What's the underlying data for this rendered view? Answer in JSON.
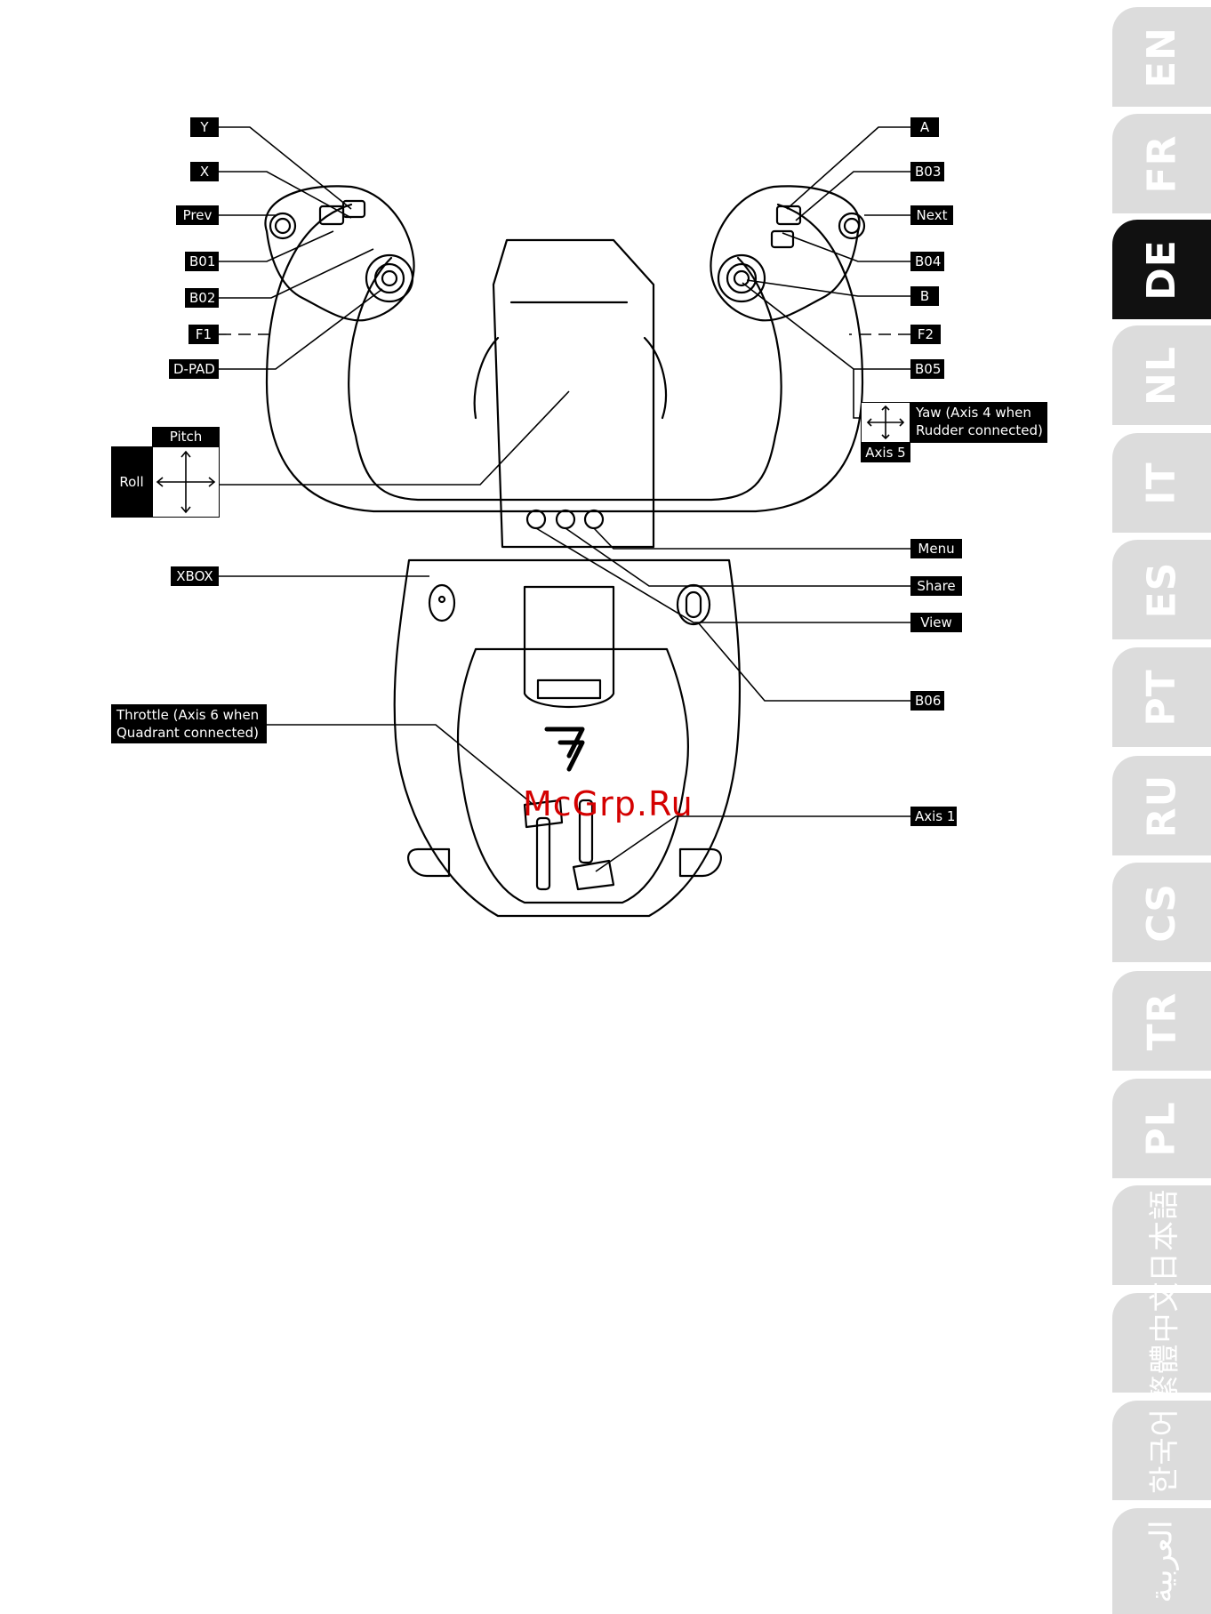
{
  "labels": {
    "y": "Y",
    "x": "X",
    "prev": "Prev",
    "b01": "B01",
    "b02": "B02",
    "f1": "F1",
    "dpad": "D-PAD",
    "a": "A",
    "b03": "B03",
    "next": "Next",
    "b04": "B04",
    "b": "B",
    "f2": "F2",
    "b05": "B05",
    "yaw_line1": "Yaw (Axis 4 when",
    "yaw_line2": "Rudder connected)",
    "axis5": "Axis 5",
    "pitch": "Pitch",
    "roll": "Roll",
    "xbox": "XBOX",
    "menu": "Menu",
    "share": "Share",
    "view": "View",
    "b06": "B06",
    "throttle_line1": "Throttle (Axis 6 when",
    "throttle_line2": "Quadrant connected)",
    "axis1": "Axis 1"
  },
  "watermark": "McGrp.Ru",
  "language_tabs": [
    {
      "label": "EN",
      "active": false
    },
    {
      "label": "FR",
      "active": false
    },
    {
      "label": "DE",
      "active": true
    },
    {
      "label": "NL",
      "active": false
    },
    {
      "label": "IT",
      "active": false
    },
    {
      "label": "ES",
      "active": false
    },
    {
      "label": "PT",
      "active": false
    },
    {
      "label": "RU",
      "active": false
    },
    {
      "label": "CS",
      "active": false
    },
    {
      "label": "TR",
      "active": false
    },
    {
      "label": "PL",
      "active": false
    },
    {
      "label": "日本語",
      "active": false
    },
    {
      "label": "繁體中文",
      "active": false
    },
    {
      "label": "한국어",
      "active": false
    },
    {
      "label": "العربية",
      "active": false
    }
  ],
  "colors": {
    "label_bg": "#000000",
    "tab_inactive": "#dcdcdc",
    "tab_active": "#111111",
    "watermark": "#d40000"
  }
}
